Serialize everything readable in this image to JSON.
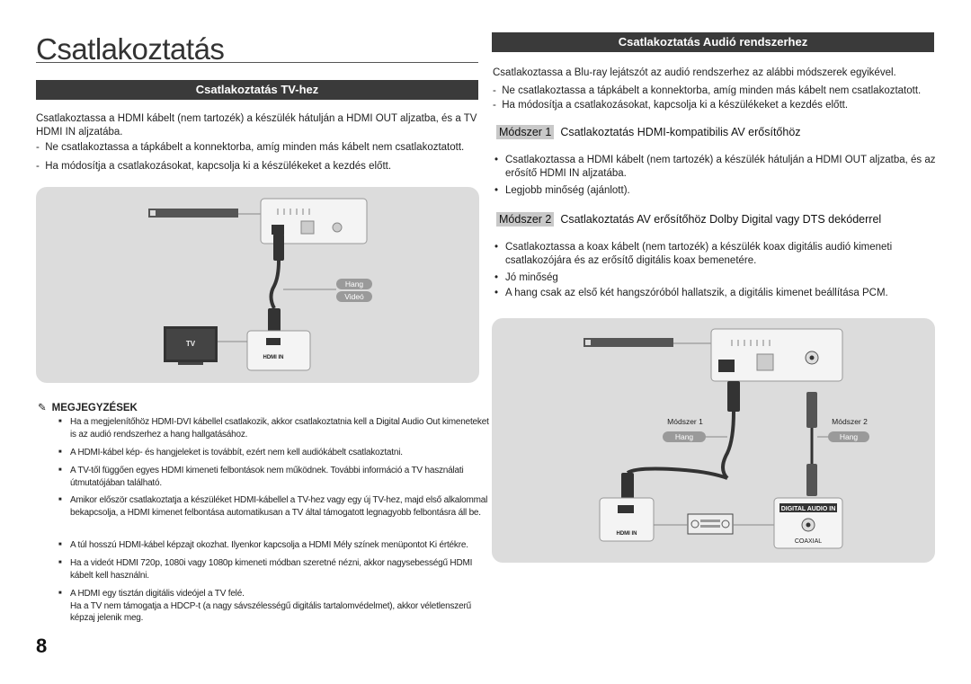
{
  "page": {
    "title": "Csatlakoztatás",
    "number": "8"
  },
  "tv_section": {
    "heading": "Csatlakoztatás TV-hez",
    "intro": "Csatlakoztassa a HDMI kábelt (nem tartozék) a készülék hátulján a HDMI OUT aljzatba, és a TV HDMI IN aljzatába.",
    "dashes": [
      "Ne csatlakoztassa a tápkábelt a konnektorba, amíg minden más kábelt nem csatlakoztatott.",
      "Ha módosítja a csatlakozásokat, kapcsolja ki a készülékeket a kezdés előtt."
    ],
    "diagram": {
      "tv_label": "TV",
      "hdmi_in": "HDMI IN",
      "hang": "Hang",
      "video": "Videó"
    }
  },
  "notes": {
    "heading": "MEGJEGYZÉSEK",
    "items": [
      "Ha a megjelenítőhöz HDMI-DVI kábellel csatlakozik, akkor csatlakoztatnia kell a Digital Audio Out kimeneteket is az audió rendszerhez a hang hallgatásához.",
      "A HDMI-kábel kép- és hangjeleket is továbbít, ezért nem kell audiókábelt csatlakoztatni.",
      "A TV-től függően egyes HDMI kimeneti felbontások nem működnek. További információ a TV használati útmutatójában található.",
      "Amikor először csatlakoztatja a készüléket HDMI-kábellel a TV-hez vagy egy új TV-hez, majd első alkalommal bekapcsolja, a HDMI kimenet felbontása automatikusan a TV által támogatott legnagyobb felbontásra áll be.",
      "A túl hosszú HDMI-kábel képzajt okozhat. Ilyenkor kapcsolja a HDMI Mély színek menüpontot Ki értékre.",
      "Ha a videót HDMI 720p, 1080i vagy 1080p kimeneti módban szeretné nézni, akkor nagysebességű HDMI kábelt kell használni.",
      "A HDMI egy tisztán digitális videójel a TV felé.\nHa a TV nem támogatja a HDCP-t (a nagy sávszélességű digitális tartalomvédelmet), akkor véletlenszerű képzaj jelenik meg."
    ]
  },
  "audio_section": {
    "heading": "Csatlakoztatás Audió rendszerhez",
    "intro": "Csatlakoztassa a Blu-ray lejátszót az audió rendszerhez az alábbi módszerek egyikével.",
    "dashes": [
      "Ne csatlakoztassa a tápkábelt a konnektorba, amíg minden más kábelt nem csatlakoztatott.",
      "Ha módosítja a csatlakozásokat, kapcsolja ki a készülékeket a kezdés előtt."
    ],
    "method1": {
      "tag": "Módszer 1",
      "title": "Csatlakoztatás HDMI-kompatibilis AV erősítőhöz",
      "bullets": [
        "Csatlakoztassa a HDMI kábelt (nem tartozék) a készülék hátulján a HDMI OUT aljzatba, és az erősítő HDMI IN aljzatába.",
        "Legjobb minőség (ajánlott)."
      ]
    },
    "method2": {
      "tag": "Módszer 2",
      "title": "Csatlakoztatás AV erősítőhöz Dolby Digital vagy DTS dekóderrel",
      "bullets": [
        "Csatlakoztassa a koax kábelt (nem tartozék) a készülék koax digitális audió kimeneti csatlakozójára és az erősítő digitális koax bemenetére.",
        "Jó minőség",
        "A hang csak az első két hangszóróból hallatszik, a digitális kimenet beállítása PCM."
      ]
    },
    "diagram": {
      "method1_label": "Módszer 1",
      "method2_label": "Módszer 2",
      "hang1": "Hang",
      "hang2": "Hang",
      "hdmi_in": "HDMI IN",
      "digital_audio_in": "DIGITAL AUDIO IN",
      "coaxial": "COAXIAL"
    }
  }
}
